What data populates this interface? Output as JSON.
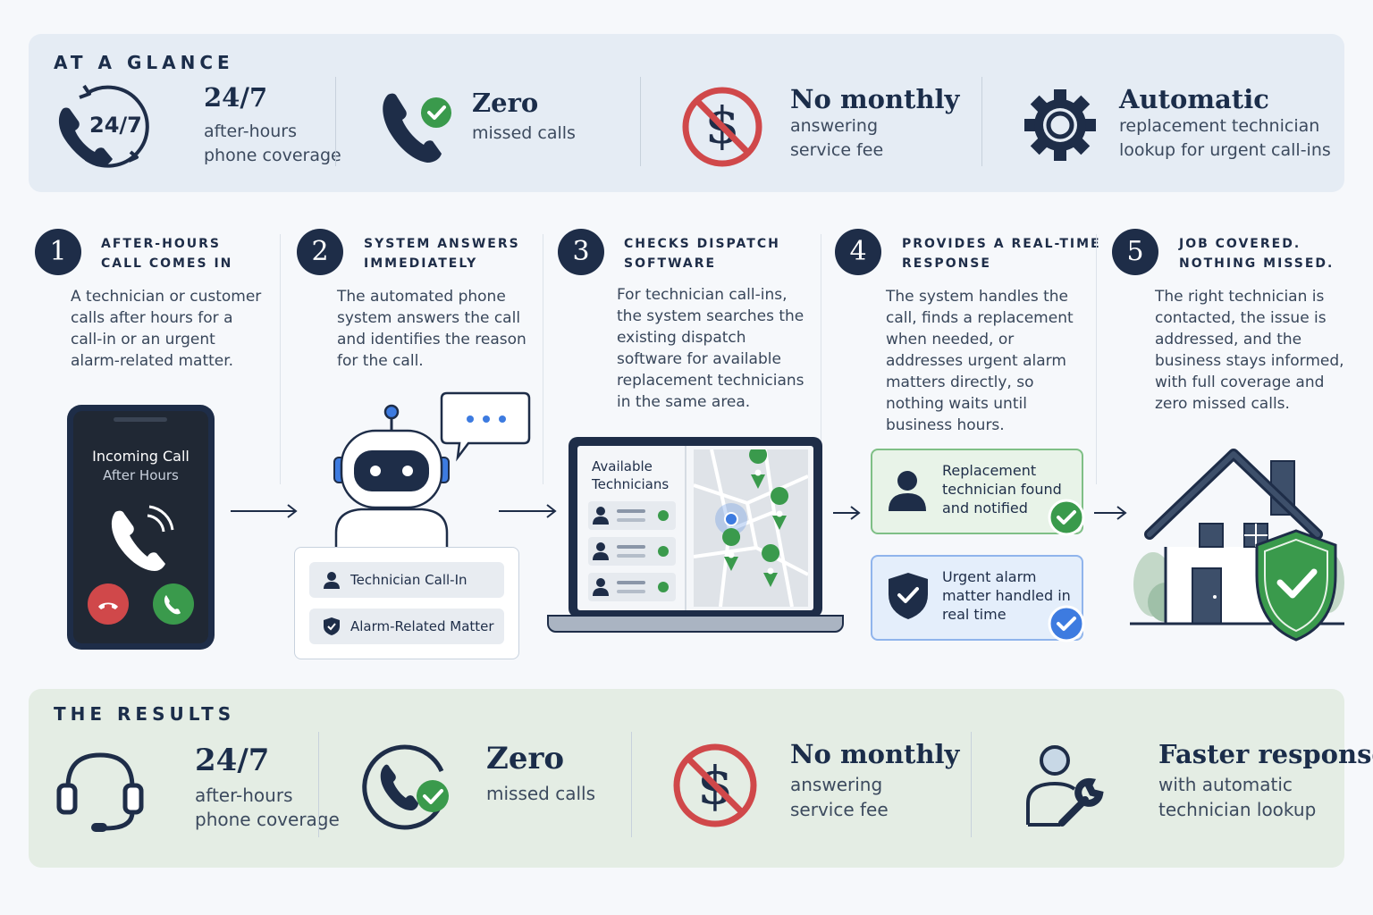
{
  "glance": {
    "title": "AT A GLANCE",
    "stats": [
      {
        "icon": "clock-phone-icon",
        "badge": "24/7",
        "big": "24/7",
        "small1": "after-hours",
        "small2": "phone coverage"
      },
      {
        "icon": "phone-check-icon",
        "big": "Zero",
        "small1": "missed calls"
      },
      {
        "icon": "no-dollar-icon",
        "big": "No monthly",
        "small1": "answering",
        "small2": "service fee"
      },
      {
        "icon": "gear-icon",
        "big": "Automatic",
        "small1": "replacement technician",
        "small2": "lookup for urgent call-ins"
      }
    ]
  },
  "steps": [
    {
      "num": "1",
      "title": "AFTER-HOURS\nCALL COMES IN",
      "desc": "A technician or customer calls after hours for a call-in or an urgent alarm-related matter."
    },
    {
      "num": "2",
      "title": "SYSTEM ANSWERS\nIMMEDIATELY",
      "desc": "The automated phone system answers the call and identifies the reason for the call."
    },
    {
      "num": "3",
      "title": "CHECKS DISPATCH\nSOFTWARE",
      "desc": "For technician call-ins, the system searches the existing dispatch software for available replacement technicians in the same area."
    },
    {
      "num": "4",
      "title": "PROVIDES A REAL-TIME\nRESPONSE",
      "desc": "The system handles the call, finds a replacement when needed, or addresses urgent alarm matters directly, so nothing waits until business hours."
    },
    {
      "num": "5",
      "title": "JOB COVERED.\nNOTHING MISSED.",
      "desc": "The right technician is contacted, the issue is addressed, and the business stays informed, with full coverage and zero missed calls."
    }
  ],
  "phone": {
    "line1": "Incoming Call",
    "line2": "After Hours"
  },
  "robot_tags": [
    "Technician Call-In",
    "Alarm-Related Matter"
  ],
  "laptop": {
    "panel_title_1": "Available",
    "panel_title_2": "Technicians"
  },
  "status_cards": [
    {
      "text": "Replacement technician found and notified",
      "accent": "#3a9a4c"
    },
    {
      "text": "Urgent alarm matter handled in real time",
      "accent": "#3d7be0"
    }
  ],
  "results": {
    "title": "THE RESULTS",
    "stats": [
      {
        "icon": "headset-icon",
        "big": "24/7",
        "small1": "after-hours",
        "small2": "phone coverage"
      },
      {
        "icon": "phone-check-icon",
        "big": "Zero",
        "small1": "missed calls"
      },
      {
        "icon": "no-dollar-icon",
        "big": "No monthly",
        "small1": "answering",
        "small2": "service fee"
      },
      {
        "icon": "technician-wrench-icon",
        "big": "Faster response",
        "small1": "with automatic",
        "small2": "technician lookup"
      }
    ]
  },
  "colors": {
    "navy": "#1e2d48",
    "green": "#3a9a4c",
    "red": "#d0484a",
    "blue": "#3d7be0"
  }
}
